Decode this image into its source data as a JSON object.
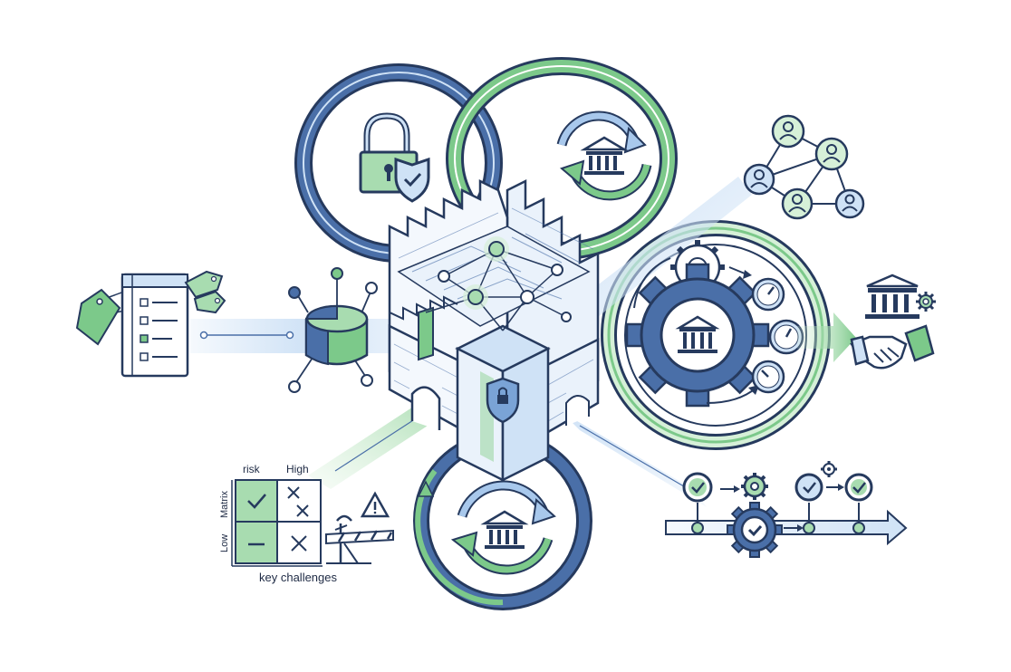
{
  "colors": {
    "navy": "#263a5e",
    "blue": "#4a6fa8",
    "blue_light": "#cfe2f6",
    "green": "#7cc98a",
    "green_light": "#d6f0d8",
    "ink": "#1e2a44"
  },
  "matrix": {
    "risk_label": "risk",
    "high_label": "High",
    "matrix_label": "Matrix",
    "low_label": "Low",
    "caption": "key challenges",
    "cells": [
      "check",
      "cross",
      "minus",
      "cross"
    ]
  },
  "icons": [
    "lock-shield-icon",
    "bank-cycle-icon",
    "network-people-icon",
    "checklist-tags-icon",
    "pie-cylinder-icon",
    "fortress-icon",
    "gear-bank-icon",
    "gauges-icon",
    "bank-handshake-icon",
    "process-timeline-icon",
    "warning-barrier-icon"
  ]
}
